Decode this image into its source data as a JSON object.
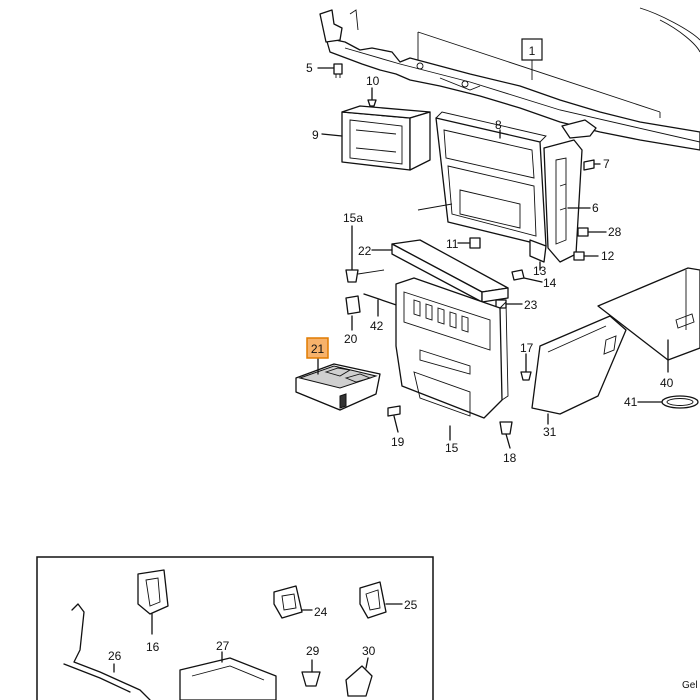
{
  "diagram": {
    "highlight_color": "#f6b26b",
    "highlight_border": "#e07b00",
    "callouts": {
      "p1": "1",
      "p5": "5",
      "p10": "10",
      "p9": "9",
      "p8": "8",
      "p7": "7",
      "p6": "6",
      "p28": "28",
      "p12": "12",
      "p15a": "15a",
      "p11": "11",
      "p22": "22",
      "p13": "13",
      "p14": "14",
      "p23": "23",
      "p20": "20",
      "p42": "42",
      "p21": "21",
      "p17": "17",
      "p19": "19",
      "p15": "15",
      "p18": "18",
      "p31": "31",
      "p40": "40",
      "p41": "41",
      "p16": "16",
      "p24": "24",
      "p25": "25",
      "p26": "26",
      "p27": "27",
      "p29": "29",
      "p30": "30"
    },
    "corner_text": "Gel"
  }
}
